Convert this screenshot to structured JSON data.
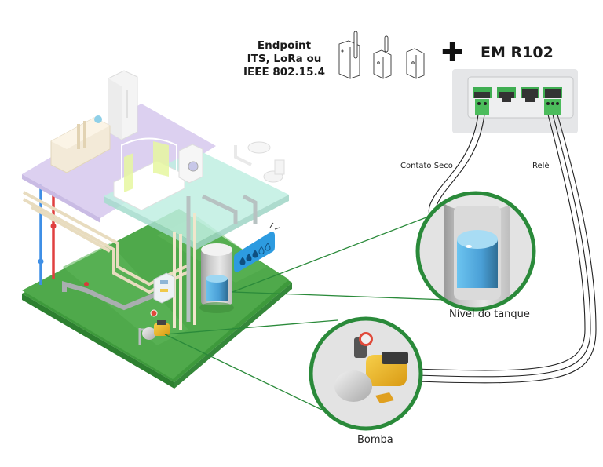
{
  "endpoint": {
    "title_lines": [
      "Endpoint",
      "ITS, LoRa ou",
      "IEEE 802.15.4"
    ],
    "devices": [
      {
        "name": "endpoint-device-long-antenna"
      },
      {
        "name": "endpoint-device-short-antenna"
      },
      {
        "name": "endpoint-device-no-antenna"
      }
    ]
  },
  "plus_symbol": "✚",
  "controller": {
    "model": "EM R102",
    "connectors": 4
  },
  "wires": {
    "dry_contact_label": "Contato Seco",
    "relay_label": "Relé"
  },
  "callouts": {
    "tank_level_label": "Nível do tanque",
    "pump_label": "Bomba"
  },
  "water_level_badge": {
    "filled_drops": 3,
    "empty_drops": 2
  },
  "colors": {
    "callout_ring": "#2a8a3a",
    "ground": "#4ea54a",
    "floor_purple": "#d9cdee",
    "floor_glass": "#bdeee0",
    "water": "#4aa8de",
    "badge": "#2d9be0",
    "pump_yellow": "#f2b92a",
    "connector_green": "#3fae52",
    "hot_pipe": "#e04040",
    "cold_pipe": "#3f8fe6"
  }
}
